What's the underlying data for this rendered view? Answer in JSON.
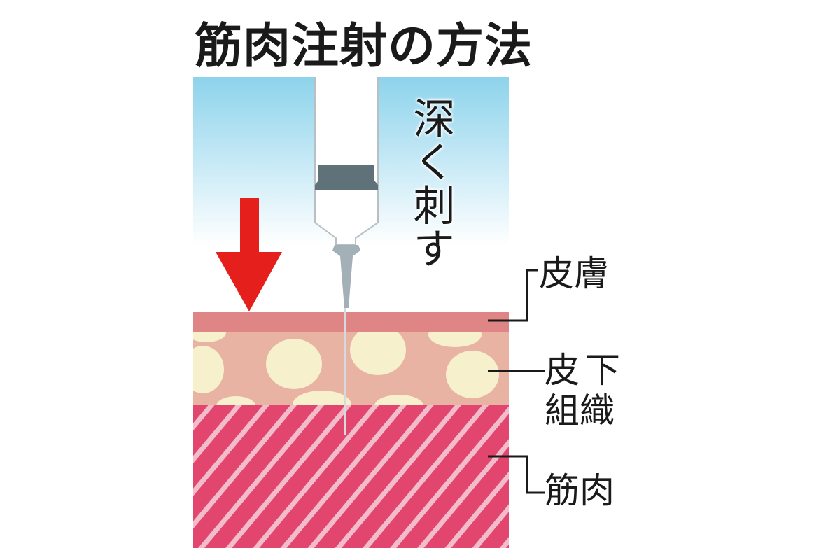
{
  "title": "筋肉注射の方法",
  "instruction": "深く刺す",
  "labels": {
    "skin": "皮膚",
    "subcutaneous_line1": "皮下",
    "subcutaneous_line2": "組織",
    "muscle": "筋肉"
  },
  "colors": {
    "sky": "#8dd3ec",
    "skin": "#e08585",
    "subcutaneous": "#e8b3a3",
    "fat": "#f6f0cc",
    "muscle": "#e2466f",
    "muscle_stripe": "#f2bccb",
    "arrow": "#e5201c",
    "plunger": "#5f7179",
    "hub": "#a3b0b8"
  }
}
